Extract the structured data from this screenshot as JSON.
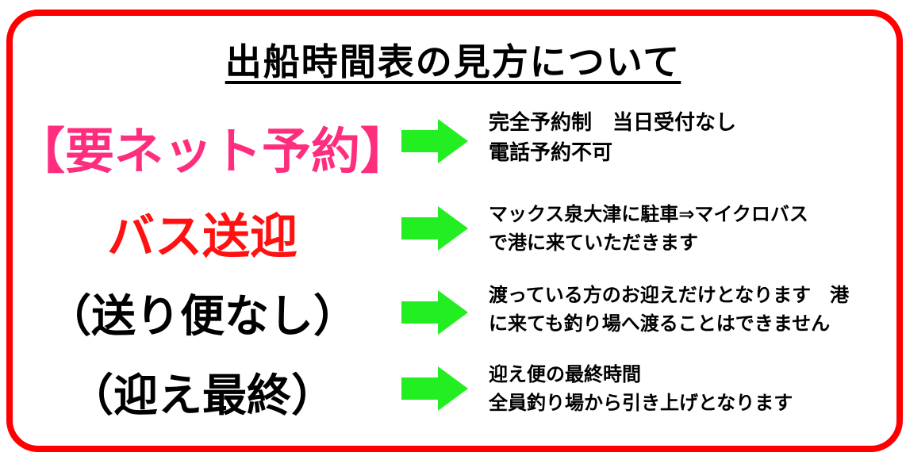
{
  "title": "出船時間表の見方について",
  "colors": {
    "frame": "#ff0000",
    "arrow": "#22ee22",
    "pink": "#ff2d7e",
    "red": "#ff1111"
  },
  "rows": [
    {
      "label": "【要ネット予約】",
      "lines": [
        "完全予約制　当日受付なし",
        "電話予約不可"
      ]
    },
    {
      "label": "バス送迎",
      "lines": [
        "マックス泉大津に駐車⇒マイクロバス",
        "で港に来ていただきます"
      ]
    },
    {
      "label": "（送り便なし）",
      "lines": [
        "渡っている方のお迎えだけとなります　港",
        "に来ても釣り場へ渡ることはできません"
      ]
    },
    {
      "label": "（迎え最終）",
      "lines": [
        "迎え便の最終時間",
        "全員釣り場から引き上げとなります"
      ]
    }
  ]
}
